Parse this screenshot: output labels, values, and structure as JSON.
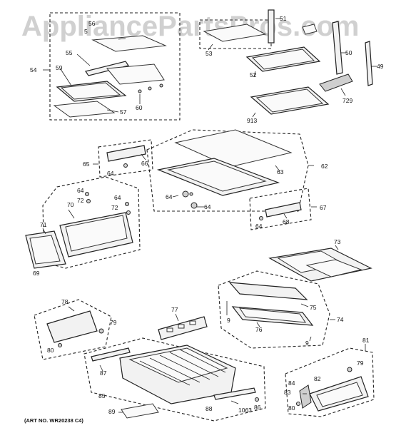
{
  "watermark": "AppliancePartsPros.com",
  "art_number": "(ART NO. WR20238 C4)",
  "callouts": {
    "p51": "51",
    "p56": "56",
    "p5": "5",
    "p53": "53",
    "p50": "50",
    "p55": "55",
    "p54": "54",
    "p59": "59",
    "p52": "52",
    "p49": "49",
    "p729": "729",
    "p57": "57",
    "p60": "60",
    "p913": "913",
    "p65": "65",
    "p66": "66",
    "p64a": "64",
    "p62": "62",
    "p63": "63",
    "p64b": "64",
    "p64c": "64",
    "p64d": "64",
    "p64e": "64",
    "p72a": "72",
    "p72b": "72",
    "p70": "70",
    "p67": "67",
    "p68": "68",
    "p64f": "64",
    "p71": "71",
    "p69": "69",
    "p73": "73",
    "p75": "75",
    "p78": "78",
    "p77": "77",
    "p9a": "9",
    "p74": "74",
    "p79a": "79",
    "p76": "76",
    "p9b": "9",
    "p80a": "80",
    "p81": "81",
    "p87": "87",
    "p79b": "79",
    "p85": "85",
    "p84": "84",
    "p82": "82",
    "p83": "83",
    "p80b": "80",
    "p89": "89",
    "p88": "88",
    "p1063": "1063",
    "p86": "86"
  }
}
